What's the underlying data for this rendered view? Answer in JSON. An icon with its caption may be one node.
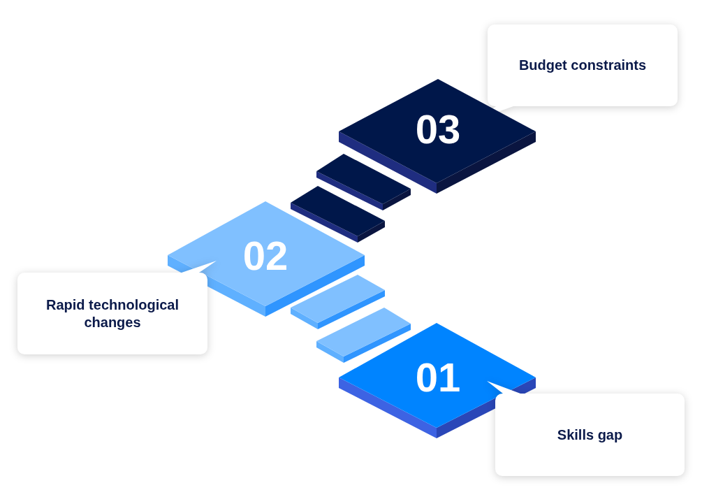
{
  "diagram": {
    "nodes": [
      {
        "text": [
          "Budget constraints"
        ]
      },
      {
        "text": [
          "03"
        ]
      },
      {
        "text": [],
        "shape": "box"
      },
      {
        "text": [],
        "shape": "box"
      },
      {
        "text": [
          "02"
        ]
      },
      {
        "text": [
          "Rapid technological changes"
        ]
      },
      {
        "text": [],
        "shape": "box"
      },
      {
        "text": [],
        "shape": "box"
      },
      {
        "text": [
          "01"
        ]
      },
      {
        "text": [
          "Skills gap"
        ]
      }
    ]
  }
}
